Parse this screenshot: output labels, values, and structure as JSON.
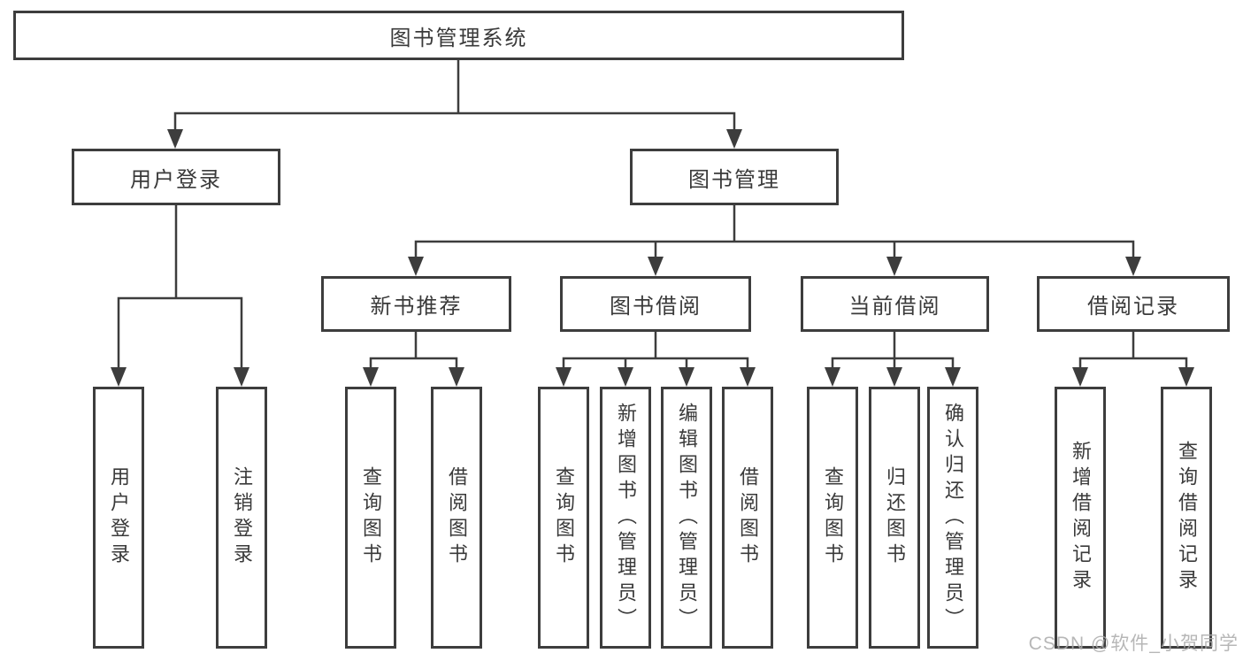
{
  "diagram": {
    "title": "图书管理系统",
    "colors": {
      "line": "#3d3d3d",
      "box_border": "#3d3d3d",
      "text": "#3a3a3a",
      "background": "#ffffff",
      "watermark": "#aaaaaa"
    },
    "nodes": {
      "root": {
        "label": "图书管理系统"
      },
      "level2": [
        {
          "label": "用户登录"
        },
        {
          "label": "图书管理"
        }
      ],
      "level3": [
        {
          "label": "新书推荐"
        },
        {
          "label": "图书借阅"
        },
        {
          "label": "当前借阅"
        },
        {
          "label": "借阅记录"
        }
      ],
      "leaves_user_login": [
        {
          "label": "用户登录"
        },
        {
          "label": "注销登录"
        }
      ],
      "leaves_new_book": [
        {
          "label": "查询图书"
        },
        {
          "label": "借阅图书"
        }
      ],
      "leaves_book_borrow": [
        {
          "label": "查询图书"
        },
        {
          "label": "新增图书（管理员）"
        },
        {
          "label": "编辑图书（管理员）"
        },
        {
          "label": "借阅图书"
        }
      ],
      "leaves_current_borrow": [
        {
          "label": "查询图书"
        },
        {
          "label": "归还图书"
        },
        {
          "label": "确认归还（管理员）"
        }
      ],
      "leaves_borrow_record": [
        {
          "label": "新增借阅记录"
        },
        {
          "label": "查询借阅记录"
        }
      ]
    }
  },
  "watermark": {
    "text": "CSDN @软件_小贺同学"
  }
}
